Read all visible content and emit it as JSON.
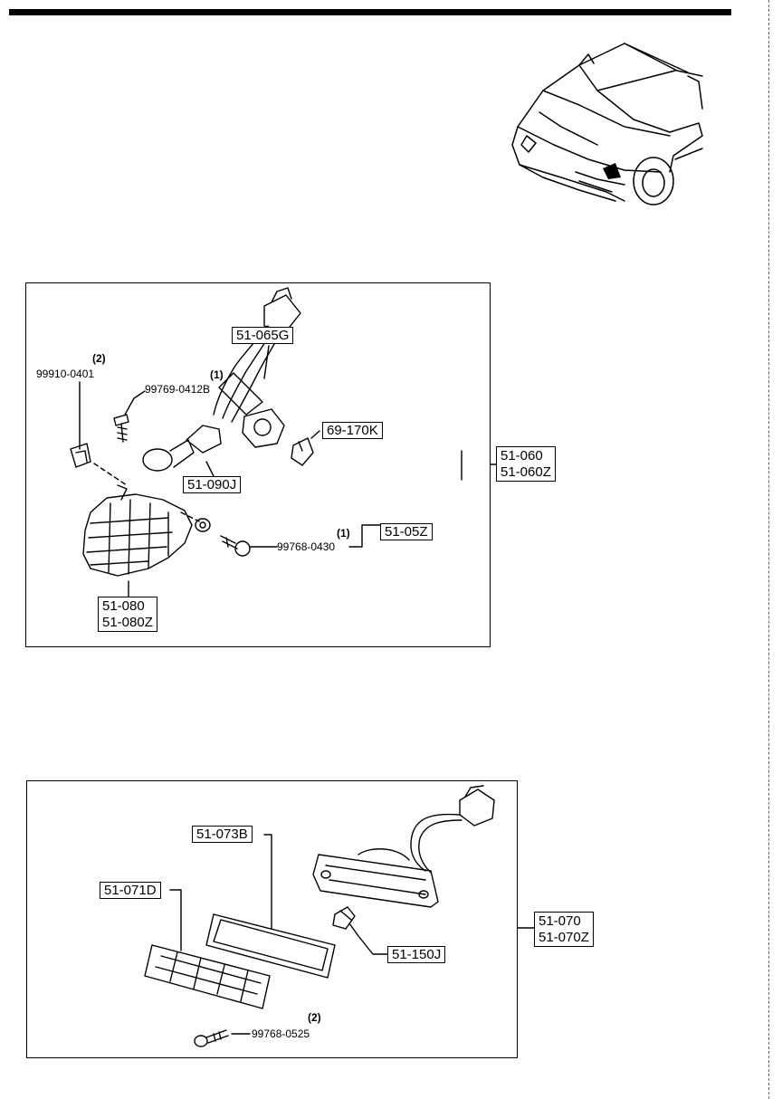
{
  "diagram": {
    "upper_assembly": {
      "callouts": {
        "harness": "51-065G",
        "bulb_small": "69-170K",
        "bulb_socket": "51-090J",
        "assembly_1": "51-060",
        "assembly_2": "51-060Z",
        "lens_1": "51-080",
        "lens_2": "51-080Z",
        "gasket": "51-05Z",
        "clip_part": "99910-0401",
        "clip_qty": "(2)",
        "screw_top_part": "99769-0412B",
        "screw_top_qty": "(1)",
        "screw_bottom_part": "99768-0430",
        "screw_bottom_qty": "(1)"
      }
    },
    "lower_assembly": {
      "callouts": {
        "gasket": "51-073B",
        "lens": "51-071D",
        "assembly_1": "51-070",
        "assembly_2": "51-070Z",
        "bulb": "51-150J",
        "screw_part": "99768-0525",
        "screw_qty": "(2)"
      }
    }
  }
}
